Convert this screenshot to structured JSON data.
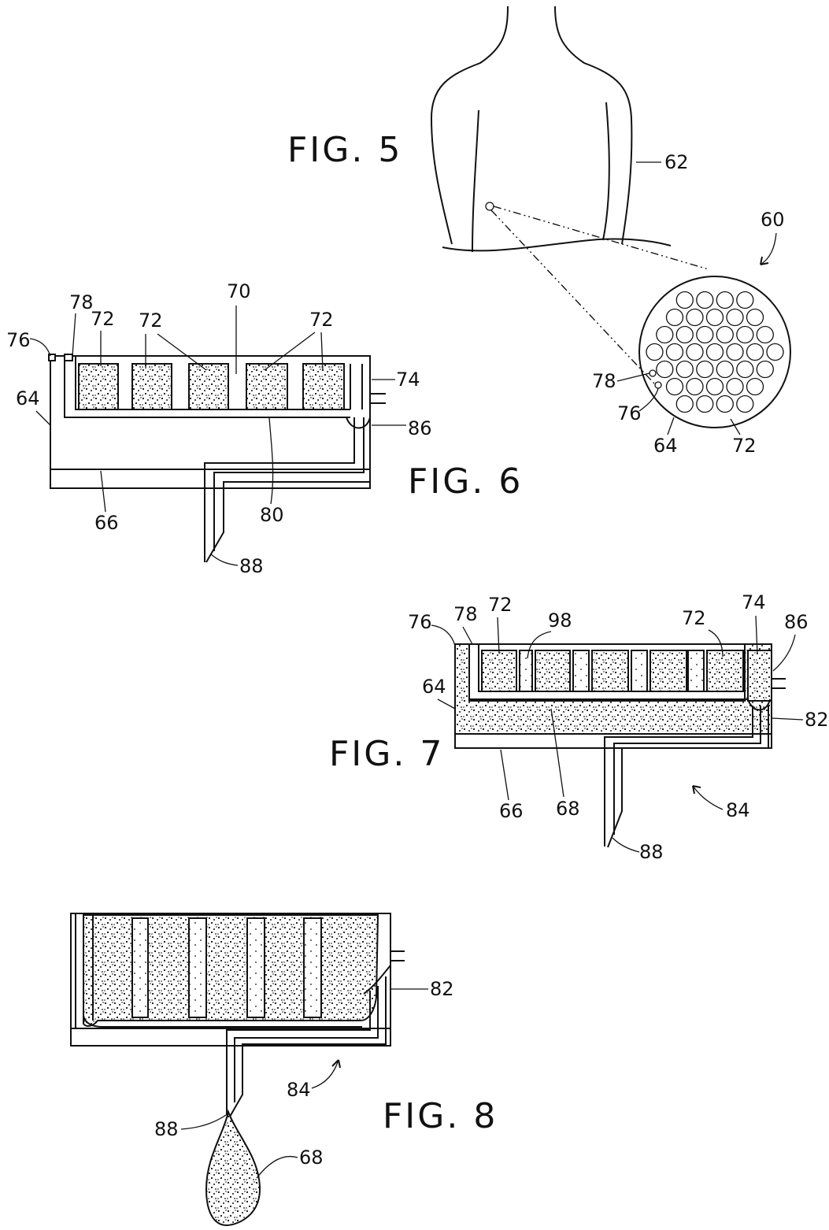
{
  "figures": {
    "fig5": {
      "title": "FIG. 5",
      "refs": {
        "r62": "62",
        "r60": "60",
        "r78": "78",
        "r76": "76",
        "r64": "64",
        "r72": "72"
      }
    },
    "fig6": {
      "title": "FIG. 6",
      "refs": {
        "r78": "78",
        "r72a": "72",
        "r72b": "72",
        "r70": "70",
        "r72c": "72",
        "r76": "76",
        "r74": "74",
        "r64": "64",
        "r86": "86",
        "r80": "80",
        "r66": "66",
        "r88": "88"
      }
    },
    "fig7": {
      "title": "FIG. 7",
      "refs": {
        "r78": "78",
        "r72a": "72",
        "r98": "98",
        "r72b": "72",
        "r74": "74",
        "r86": "86",
        "r76": "76",
        "r64": "64",
        "r82": "82",
        "r66": "66",
        "r68": "68",
        "r84": "84",
        "r88": "88"
      }
    },
    "fig8": {
      "title": "FIG. 8",
      "refs": {
        "r82": "82",
        "r84": "84",
        "r88": "88",
        "r68": "68"
      }
    }
  }
}
